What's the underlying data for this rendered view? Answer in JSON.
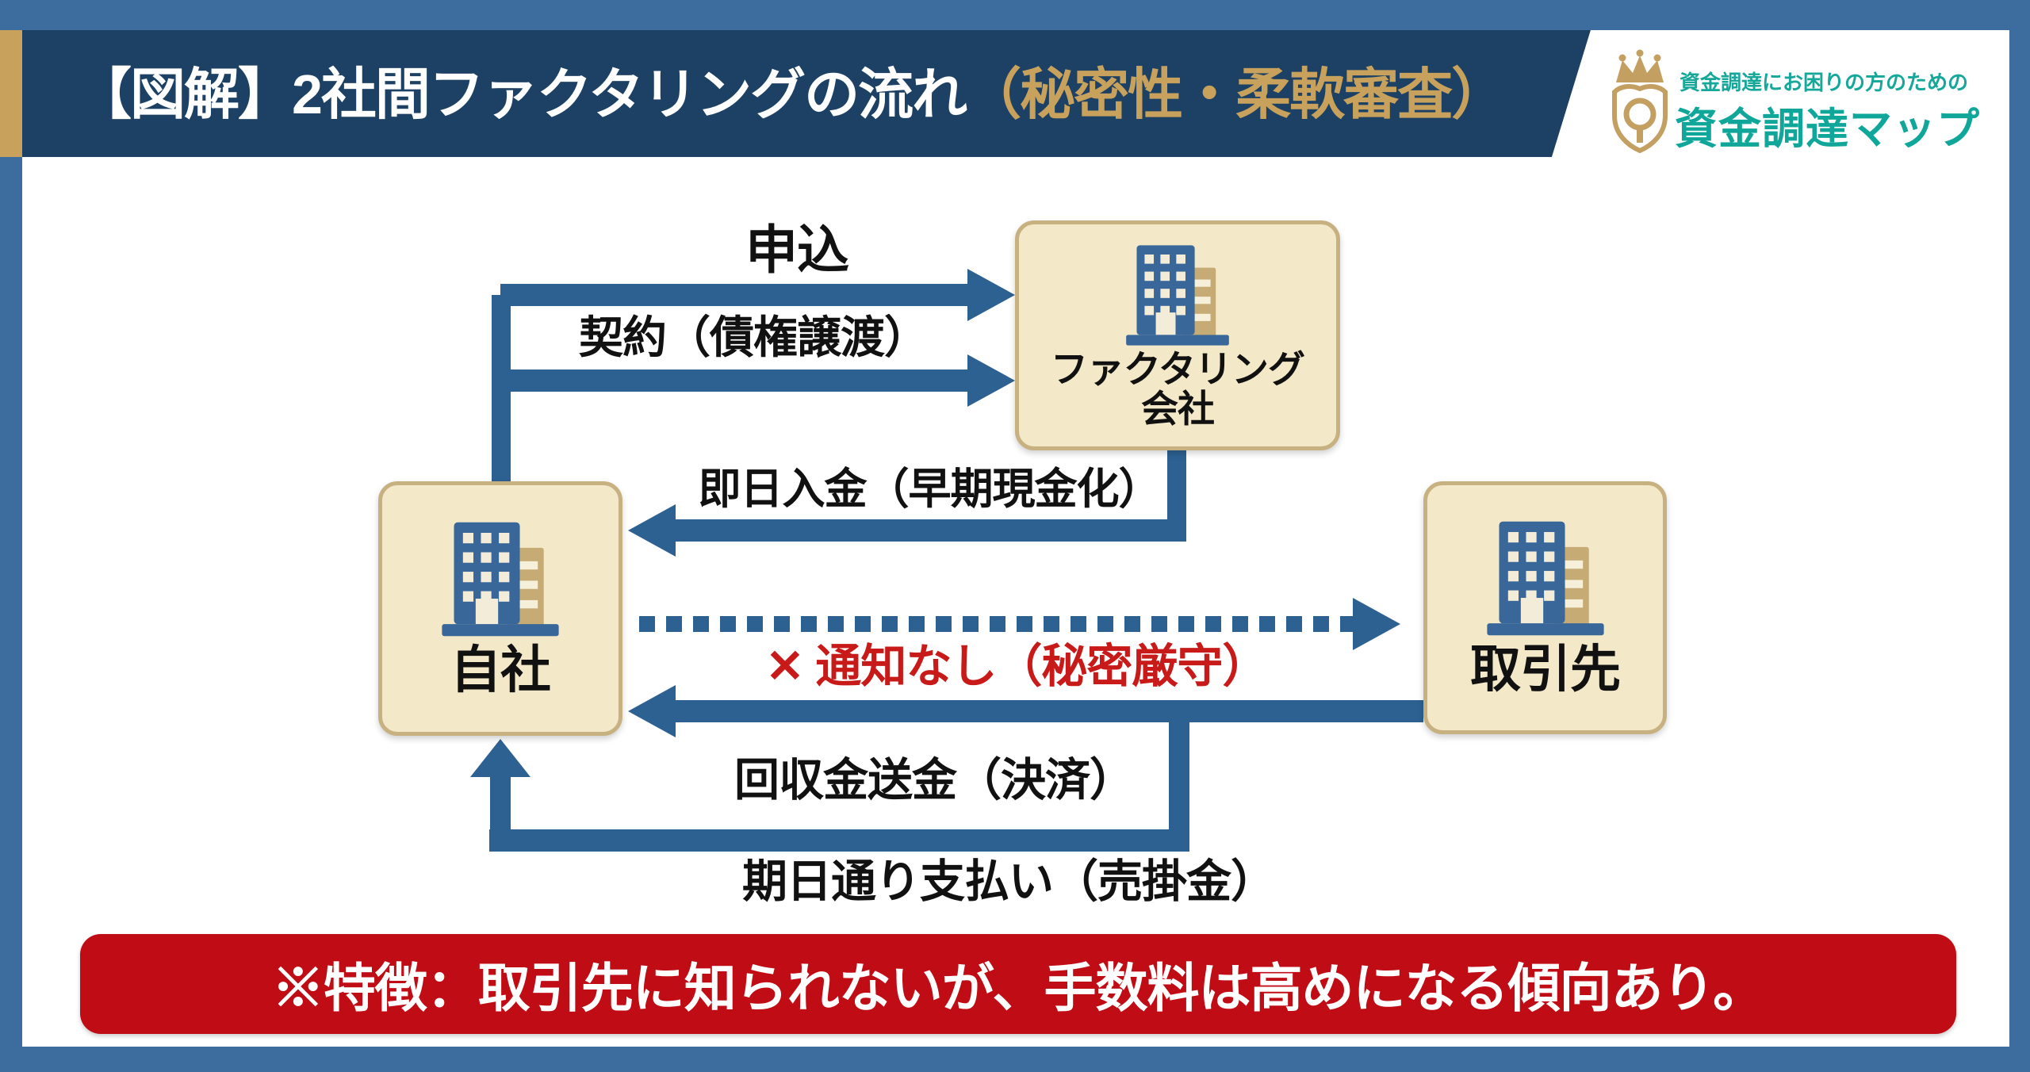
{
  "header": {
    "title_main": "【図解】2社間ファクタリングの流れ",
    "title_sub": "（秘密性・柔軟審査）"
  },
  "logo": {
    "tagline": "資金調達にお困りの方のための",
    "name": "資金調達マップ",
    "icon": "crown-shield-icon"
  },
  "diagram": {
    "nodes": {
      "factoring": {
        "label_line1": "ファクタリング",
        "label_line2": "会社",
        "icon": "building-icon"
      },
      "own": {
        "label": "自社",
        "icon": "building-icon"
      },
      "client": {
        "label": "取引先",
        "icon": "building-icon"
      }
    },
    "flows": {
      "application": {
        "label": "申込",
        "from": "自社",
        "to": "ファクタリング会社",
        "style": "solid-right"
      },
      "contract": {
        "label": "契約（債権譲渡）",
        "from": "自社",
        "to": "ファクタリング会社",
        "style": "solid-right"
      },
      "same_day_deposit": {
        "label": "即日入金（早期現金化）",
        "from": "ファクタリング会社",
        "to": "自社",
        "style": "solid-left"
      },
      "no_notification": {
        "label": "✕ 通知なし（秘密厳守）",
        "from": "自社",
        "to": "取引先",
        "style": "dashed-right"
      },
      "collection_remittance": {
        "label": "回収金送金（決済）",
        "from": "取引先",
        "to": "自社",
        "style": "solid-left"
      },
      "due_date_payment": {
        "label": "期日通り支払い（売掛金）",
        "from": "取引先",
        "to": "自社",
        "style": "solid-up"
      }
    }
  },
  "footer": {
    "note": "※特徴：取引先に知られないが、手数料は高めになる傾向あり。"
  },
  "colors": {
    "frame_blue": "#3c6d9e",
    "header_navy": "#1d4164",
    "accent_gold": "#c8a25c",
    "box_fill": "#f3e8c8",
    "box_border": "#c8b181",
    "arrow_blue": "#2d6191",
    "alert_red_text": "#c81a18",
    "banner_red": "#c00d15",
    "logo_teal": "#10a79a",
    "label_black": "#111111"
  }
}
